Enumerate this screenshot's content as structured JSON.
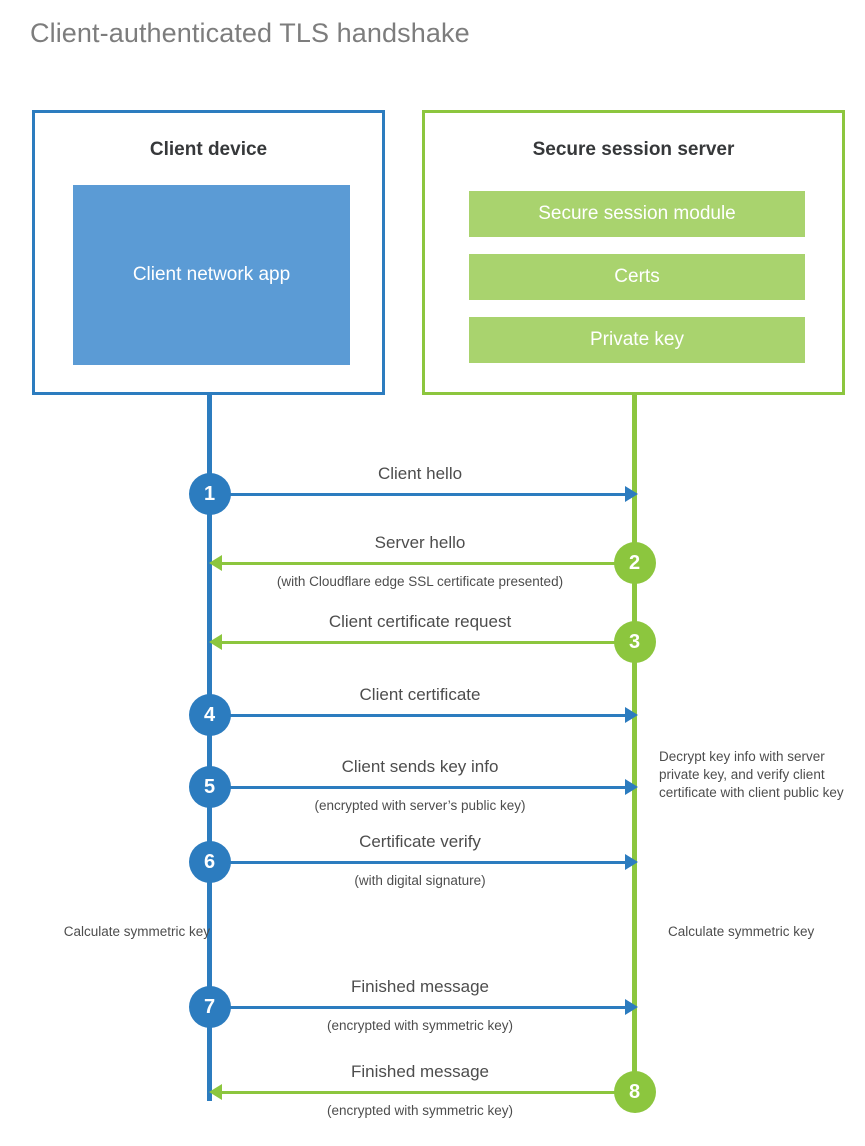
{
  "title": "Client-authenticated TLS handshake",
  "colors": {
    "blue_stroke": "#2c7cbf",
    "blue_fill": "#5b9bd5",
    "green_stroke": "#8cc63e",
    "green_fill": "#a9d36e",
    "text": "#4d4d4d",
    "heading": "#36383a",
    "title": "#7d7d7d"
  },
  "client_panel": {
    "heading": "Client device",
    "app_label": "Client network app"
  },
  "server_panel": {
    "heading": "Secure session server",
    "bars": [
      "Secure session module",
      "Certs",
      "Private key"
    ]
  },
  "notes": {
    "decrypt": "Decrypt key info with server private key, and verify client certificate with client public key",
    "calc_client": "Calculate symmetric key",
    "calc_server": "Calculate symmetric key"
  },
  "steps": [
    {
      "number": "1",
      "label": "Client hello",
      "sub": "",
      "direction": "client-to-server",
      "color": "blue"
    },
    {
      "number": "2",
      "label": "Server hello",
      "sub": "(with Cloudflare edge SSL certificate presented)",
      "direction": "server-to-client",
      "color": "green"
    },
    {
      "number": "3",
      "label": "Client certificate request",
      "sub": "",
      "direction": "server-to-client",
      "color": "green"
    },
    {
      "number": "4",
      "label": "Client certificate",
      "sub": "",
      "direction": "client-to-server",
      "color": "blue"
    },
    {
      "number": "5",
      "label": "Client sends key info",
      "sub": "(encrypted with server’s public key)",
      "direction": "client-to-server",
      "color": "blue"
    },
    {
      "number": "6",
      "label": "Certificate verify",
      "sub": "(with digital signature)",
      "direction": "client-to-server",
      "color": "blue"
    },
    {
      "number": "7",
      "label": "Finished message",
      "sub": "(encrypted with symmetric key)",
      "direction": "client-to-server",
      "color": "blue"
    },
    {
      "number": "8",
      "label": "Finished message",
      "sub": "(encrypted with symmetric key)",
      "direction": "server-to-client",
      "color": "green"
    }
  ]
}
